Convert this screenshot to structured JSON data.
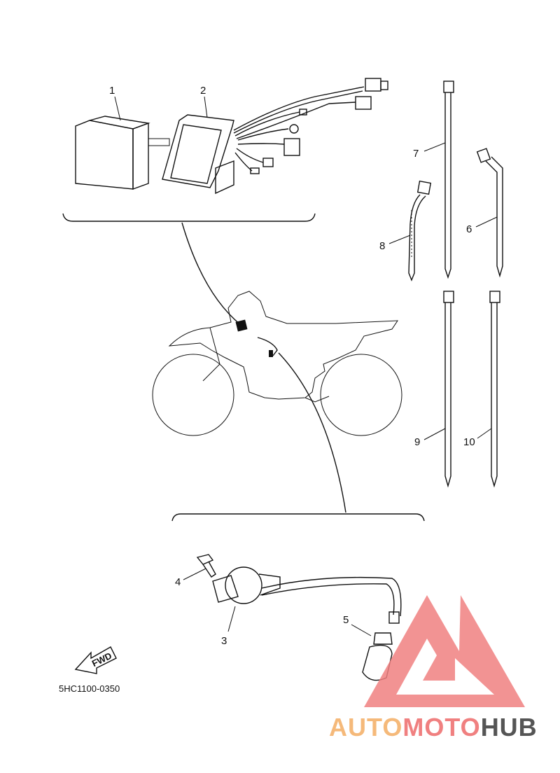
{
  "diagram_code": "5HC1100-0350",
  "fwd_label": "FWD",
  "callouts": {
    "c1": "1",
    "c2": "2",
    "c3": "3",
    "c4": "4",
    "c5": "5",
    "c6": "6",
    "c7": "7",
    "c8": "8",
    "c9": "9",
    "c10": "10"
  },
  "watermark": {
    "part1": "AUTO",
    "part2": "MOTO",
    "part3": "HUB",
    "color1": "#f5b97a",
    "color2": "#f08080",
    "color3": "#555555"
  }
}
